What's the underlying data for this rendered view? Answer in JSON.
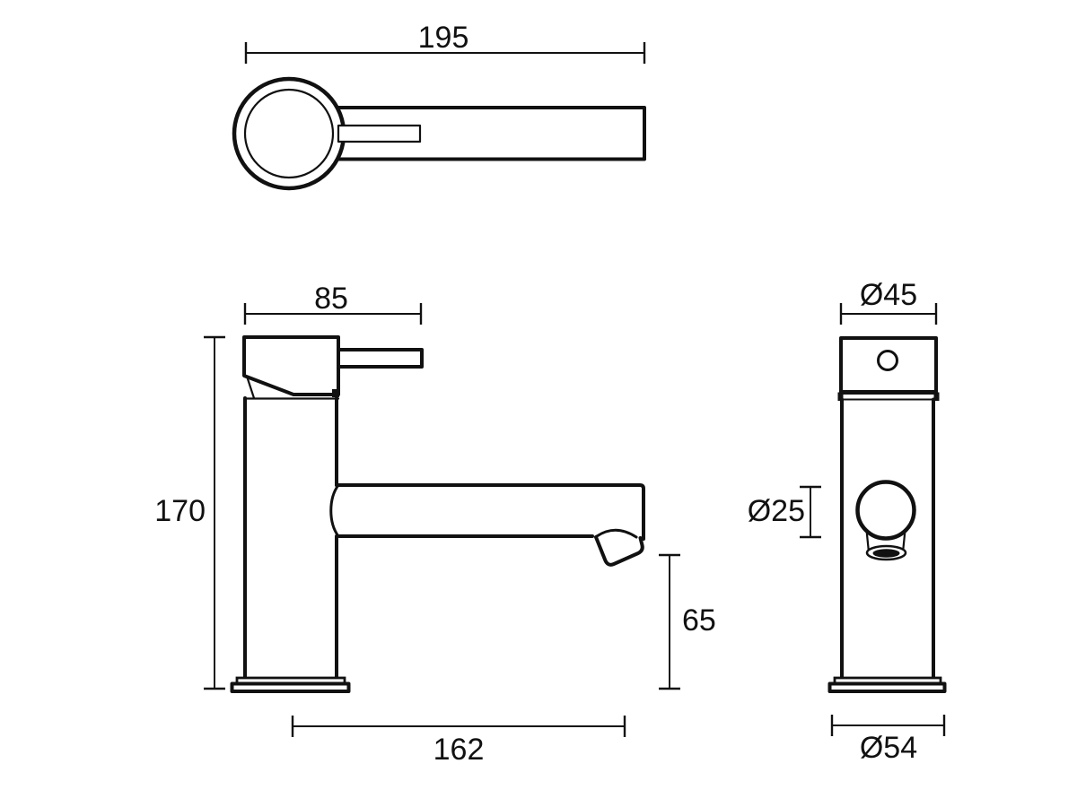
{
  "colors": {
    "background": "#ffffff",
    "line": "#111111"
  },
  "dims": {
    "overall_length": "195",
    "top_assembly_width": "85",
    "overall_height": "170",
    "spout_reach": "162",
    "outlet_clearance": "65",
    "body_diameter": "Ø45",
    "spout_diameter": "Ø25",
    "base_diameter": "Ø54"
  }
}
